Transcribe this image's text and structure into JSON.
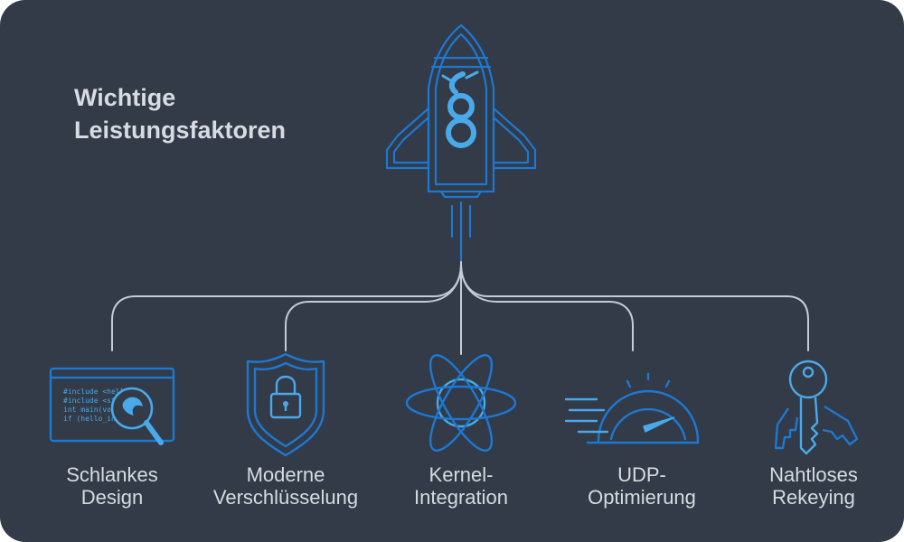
{
  "title": {
    "line1": "Wichtige",
    "line2": "Leistungsfaktoren"
  },
  "center_icon": "rocket-icon",
  "features": [
    {
      "icon": "code-magnifier-icon",
      "line1": "Schlankes",
      "line2": "Design",
      "code_lines": [
        "#include <hello.n",
        "#include <strin",
        "int main(void)",
        "if (hello_init()"
      ]
    },
    {
      "icon": "shield-lock-icon",
      "line1": "Moderne",
      "line2": "Verschlüsselung"
    },
    {
      "icon": "atom-icon",
      "line1": "Kernel-",
      "line2": "Integration"
    },
    {
      "icon": "speedometer-icon",
      "line1": "UDP-",
      "line2": "Optimierung"
    },
    {
      "icon": "keys-icon",
      "line1": "Nahtloses",
      "line2": "Rekeying"
    }
  ],
  "colors": {
    "background": "#323b47",
    "accent_blue": "#1e78d2",
    "light_blue": "#4aa9ea",
    "connector": "#c5ccd6",
    "text": "#d7dbe1"
  }
}
